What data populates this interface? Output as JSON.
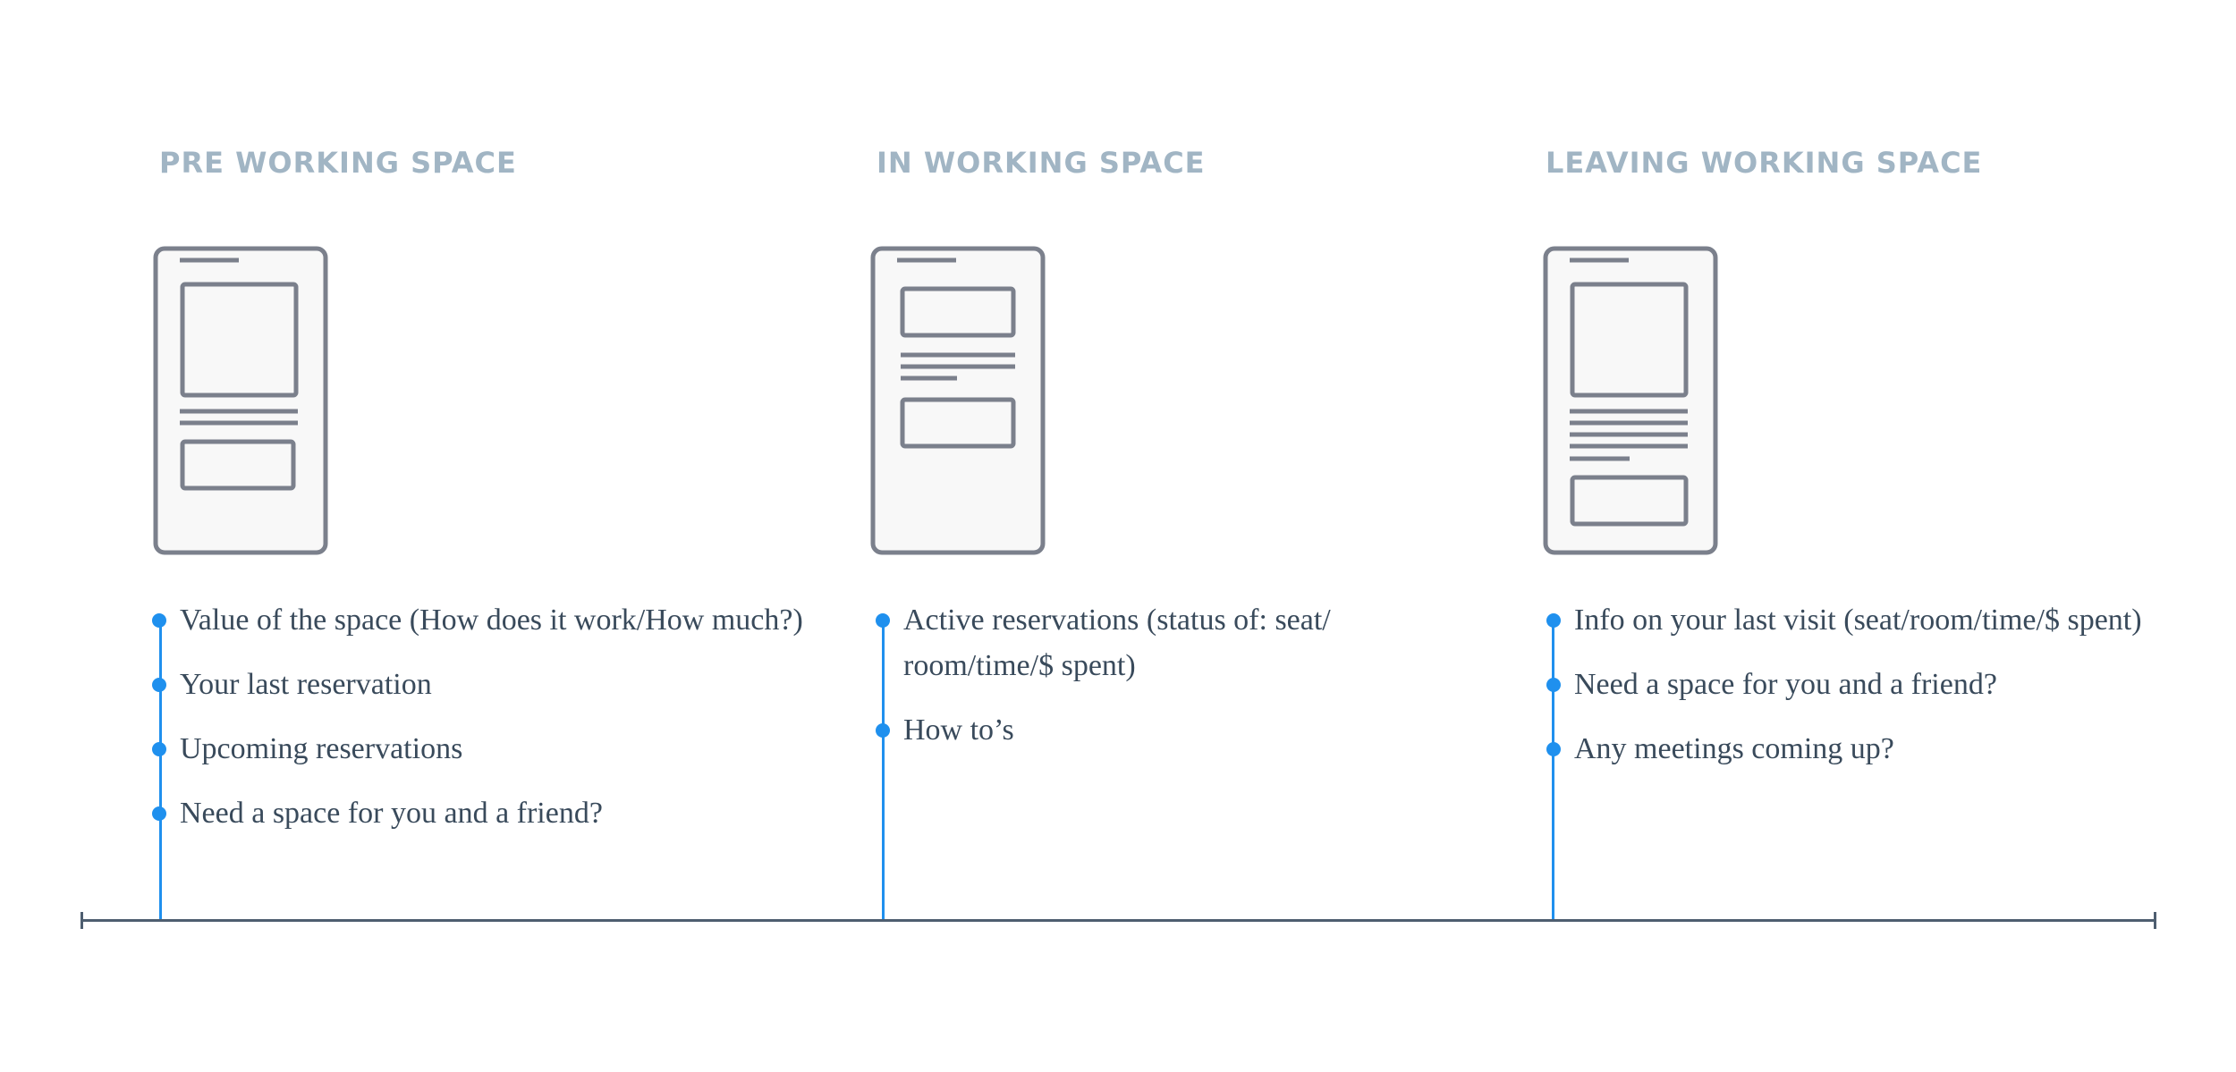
{
  "stages": [
    {
      "title": "PRE WORKING SPACE",
      "items": [
        "Value of the space (How does it work/How much?)",
        "Your last reservation",
        "Upcoming reservations",
        "Need a space for you and a friend?"
      ]
    },
    {
      "title": "IN WORKING SPACE",
      "items": [
        "Active reservations (status of: seat/ room/time/$ spent)",
        "How to’s"
      ]
    },
    {
      "title": "LEAVING WORKING SPACE",
      "items": [
        "Info on your last visit (seat/room/time/$ spent)",
        "Need a space for you and a friend?",
        "Any meetings coming up?"
      ]
    }
  ],
  "colors": {
    "heading": "#a1b5c4",
    "accent": "#1f90ee",
    "text": "#394a5b",
    "wireframe_stroke": "#7b808c",
    "wireframe_fill": "#f8f8f8",
    "axis": "#4e5e70"
  }
}
